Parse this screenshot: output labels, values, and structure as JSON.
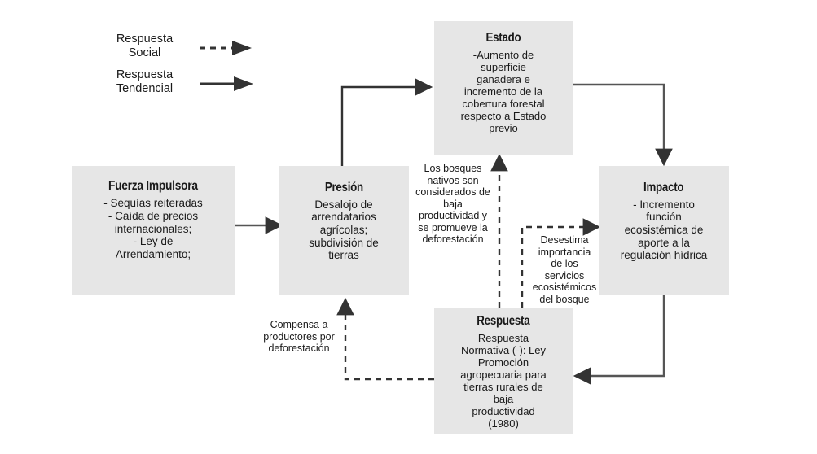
{
  "legend": {
    "items": [
      {
        "label": "Respuesta\nSocial",
        "style": "dashed",
        "glyph": "dashed-arrow-icon"
      },
      {
        "label": "Respuesta\nTendencial",
        "style": "solid",
        "glyph": "solid-arrow-icon"
      }
    ]
  },
  "nodes": {
    "fuerza": {
      "title": "Fuerza Impulsora",
      "body": "- Sequías reiteradas\n- Caída de precios\ninternacionales;\n- Ley de\nArrendamiento;"
    },
    "presion": {
      "title": "Presión",
      "body": "Desalojo de\narrendatarios\nagrícolas;\nsubdivisión de\ntierras"
    },
    "estado": {
      "title": "Estado",
      "body": "-Aumento de\nsuperficie\nganadera e\nincremento de la\ncobertura forestal\nrespecto a Estado\nprevio"
    },
    "impacto": {
      "title": "Impacto",
      "body": "- Incremento\nfunción\necosistémica de\naporte a la\nregulación hídrica"
    },
    "respuesta": {
      "title": "Respuesta",
      "body": "Respuesta\nNormativa (-): Ley\nPromoción\nagropecuaria para\ntierras rurales de\nbaja\nproductividad\n(1980)"
    }
  },
  "annotations": {
    "bosques": "Los bosques\nnativos son\nconsiderados de\nbaja\nproductividad y\nse promueve la\ndeforestación",
    "desestima": "Desestima\nimportancia\nde los\nservicios\necosistémicos\ndel bosque",
    "compensa": "Compensa a\nproductores por\ndeforestación"
  },
  "colors": {
    "box_fill": "#e6e6e6",
    "arrow": "#333333",
    "text": "#1a1a1a",
    "background": "#ffffff"
  },
  "edges": [
    {
      "name": "fuerza-to-presion",
      "from": "fuerza",
      "to": "presion",
      "style": "solid"
    },
    {
      "name": "presion-to-estado",
      "from": "presion",
      "to": "estado",
      "style": "solid"
    },
    {
      "name": "estado-to-impacto",
      "from": "estado",
      "to": "impacto",
      "style": "solid"
    },
    {
      "name": "impacto-to-respuesta",
      "from": "impacto",
      "to": "respuesta",
      "style": "solid"
    },
    {
      "name": "respuesta-to-estado",
      "from": "respuesta",
      "to": "estado",
      "style": "dashed"
    },
    {
      "name": "respuesta-to-impacto",
      "from": "respuesta",
      "to": "impacto",
      "style": "dashed"
    },
    {
      "name": "respuesta-to-presion",
      "from": "respuesta",
      "to": "presion",
      "style": "dashed"
    }
  ]
}
